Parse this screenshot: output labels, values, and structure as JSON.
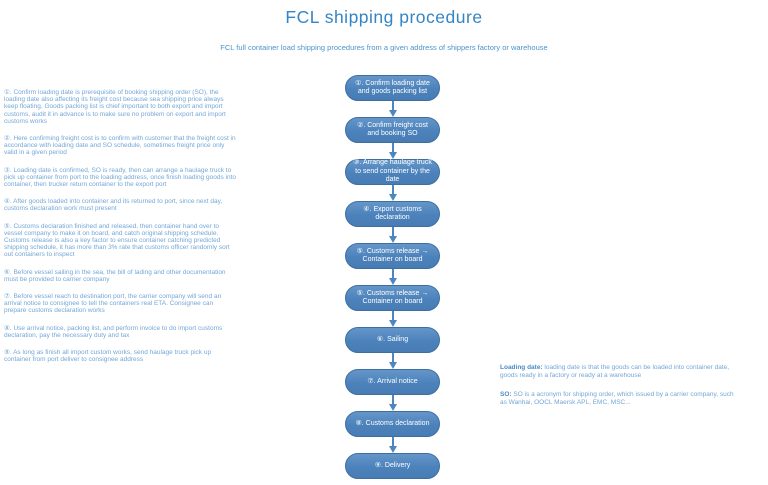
{
  "header": {
    "title": "FCL shipping procedure",
    "subtitle": "FCL full container load shipping procedures from a given address of shippers factory or warehouse"
  },
  "left_notes": [
    "①. Confirm loading date is prerequisite of booking shipping order (SO), the loading date also affecting its freight cost because sea shipping price always keep floating. Goods packing list is chief important to both export and import customs, audit it in advance is to make sure no problem on export and import customs works",
    "②. Here confirming freight cost is to confirm with customer that the freight cost in accordance with loading date and SO schedule, sometimes freight price only valid in a given period",
    "③. Loading date is confirmed, SO is ready, then can arrange a haulage truck to pick up container from port to the loading address, once finish loading goods into container, then trucker return container to the export port",
    "④. After goods loaded into container and its returned to port, since next day, customs declaration work must present",
    "⑤. Customs declaration finished and released, then container hand over to vessel company to make it on board, and catch original shipping schedule. Customs release is also a key factor to ensure container catching predicted shipping schedule, it has more than 3% rate that customs officer randomly sort out containers to inspect",
    "⑥. Before vessel sailing in the sea, the bill of lading and other documentation must be provided to carrier company",
    "⑦. Before vessel reach to destination port, the carrier company will send an arrival notice to consignee to tell the containers real ETA. Consignee can prepare customs declaration works",
    "⑧. Use arrival notice, packing list, and perform invoice to do import customs declaration, pay the necessary duty and tax",
    "⑨. As long as finish all import custom works, send haulage truck pick up container from port deliver to consignee address"
  ],
  "flowchart": {
    "steps": [
      "①. Confirm loading date and goods packing list",
      "②. Confirm freight cost and booking SO",
      "③. Arrange haulage truck to send container by the date",
      "④. Export customs declaration",
      "⑤. Customs release → Container on board",
      "⑤. Customs release → Container on board",
      "⑥. Sailing",
      "⑦. Arrival notice",
      "⑧. Customs declaration",
      "⑨. Delivery"
    ]
  },
  "right_notes": [
    {
      "term": "Loading date:",
      "text": " loading date is that the goods can be loaded into container date, goods ready in a factory or ready at a warehouse"
    },
    {
      "term": "SO:",
      "text": " SO is a acronym for shipping order, which issued by a carrier company, such as Wanhai, OOCL Maersk APL, EMC, MSC..."
    }
  ],
  "colors": {
    "title_blue": "#3585c5",
    "box_fill": "#4c82bb",
    "box_border": "#3e6fa2",
    "arrow_blue": "#4e86c0",
    "note_text": "#74a7d6",
    "background": "#ffffff"
  }
}
